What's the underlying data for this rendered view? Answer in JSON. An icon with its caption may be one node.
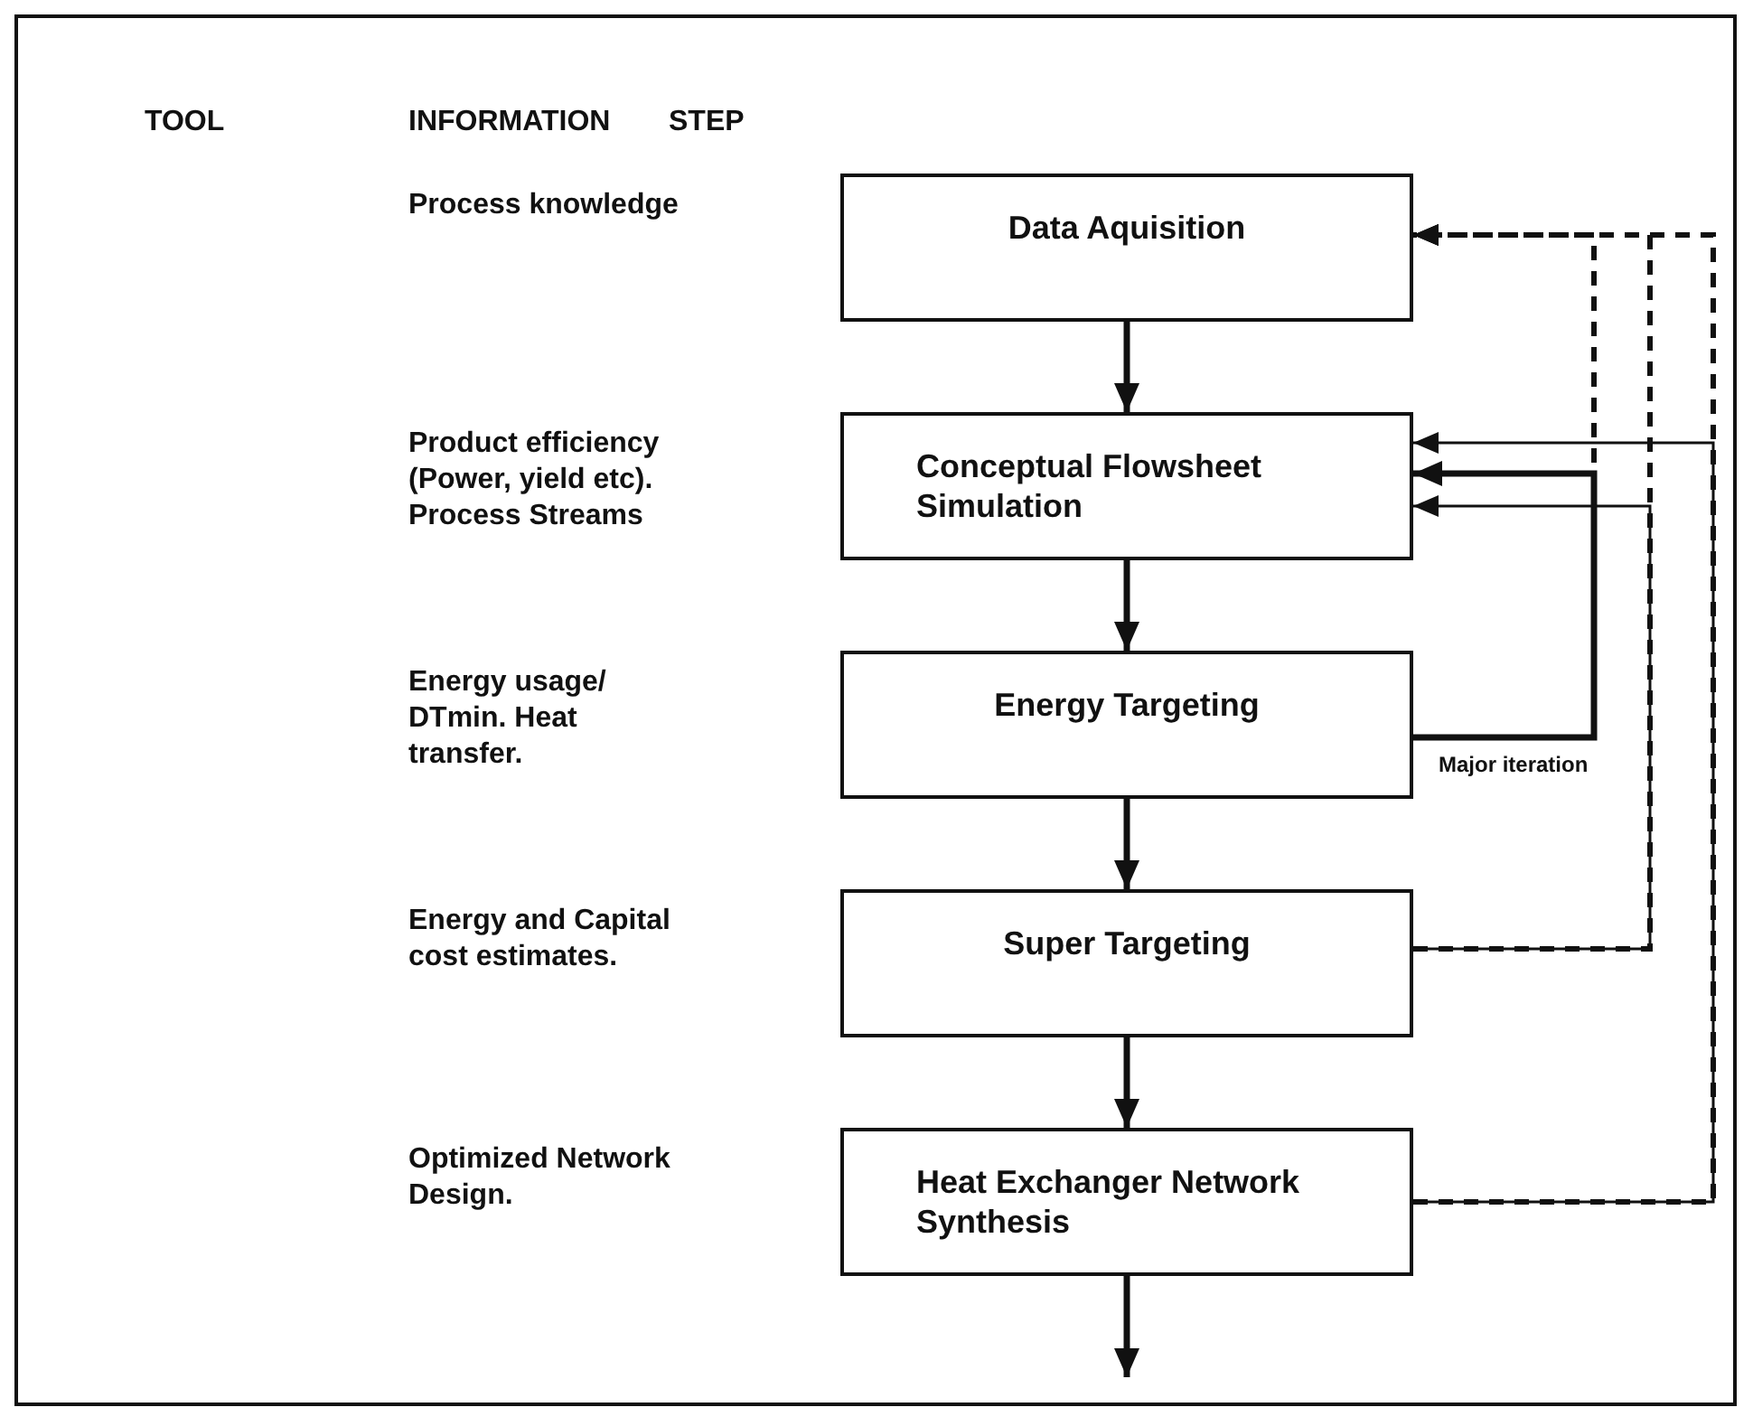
{
  "diagram": {
    "nodes": [
      {
        "text": [
          "Data Aquisition"
        ]
      },
      {
        "text": [
          "Conceptual Flowsheet Simulation"
        ]
      },
      {
        "text": [
          "Energy Targeting"
        ]
      },
      {
        "text": [
          "Super Targeting"
        ]
      },
      {
        "text": [
          "Heat Exchanger Network Synthesis"
        ]
      }
    ],
    "edges": [
      {
        "from": 0,
        "to": 1,
        "arrow": "to"
      },
      {
        "from": 1,
        "to": 2,
        "arrow": "to"
      },
      {
        "from": 2,
        "to": 3,
        "arrow": "to"
      },
      {
        "from": 3,
        "to": 4,
        "arrow": "to"
      },
      {
        "from": 4,
        "to": null,
        "arrow": "to"
      },
      {
        "from": 2,
        "to": 1,
        "arrow": "to",
        "label": "Major iteration"
      },
      {
        "from": 3,
        "to": 1,
        "arrow": "to"
      },
      {
        "from": 4,
        "to": 1,
        "arrow": "to"
      },
      {
        "from": 2,
        "to": 0,
        "arrow": "to",
        "style": "dashed"
      },
      {
        "from": 3,
        "to": 0,
        "arrow": "to",
        "style": "dashed"
      },
      {
        "from": 4,
        "to": 0,
        "arrow": "to",
        "style": "dashed"
      }
    ],
    "labels": [
      "TOOL",
      "INFORMATION",
      "STEP",
      "Process knowledge",
      "Product efficiency (Power, yield etc). Process Streams",
      "Energy usage/ DTmin. Heat transfer.",
      "Energy and Capital cost estimates.",
      "Optimized Network Design."
    ]
  }
}
